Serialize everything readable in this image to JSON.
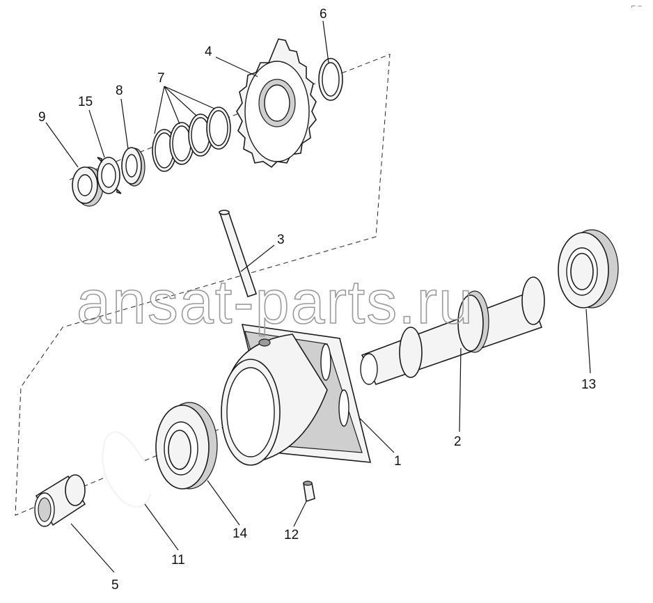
{
  "watermark": "ansat-parts.ru",
  "corner_mark": "⌐ ─",
  "callouts": [
    "1",
    "2",
    "3",
    "4",
    "5",
    "6",
    "7",
    "8",
    "9",
    "11",
    "12",
    "13",
    "14",
    "15"
  ]
}
